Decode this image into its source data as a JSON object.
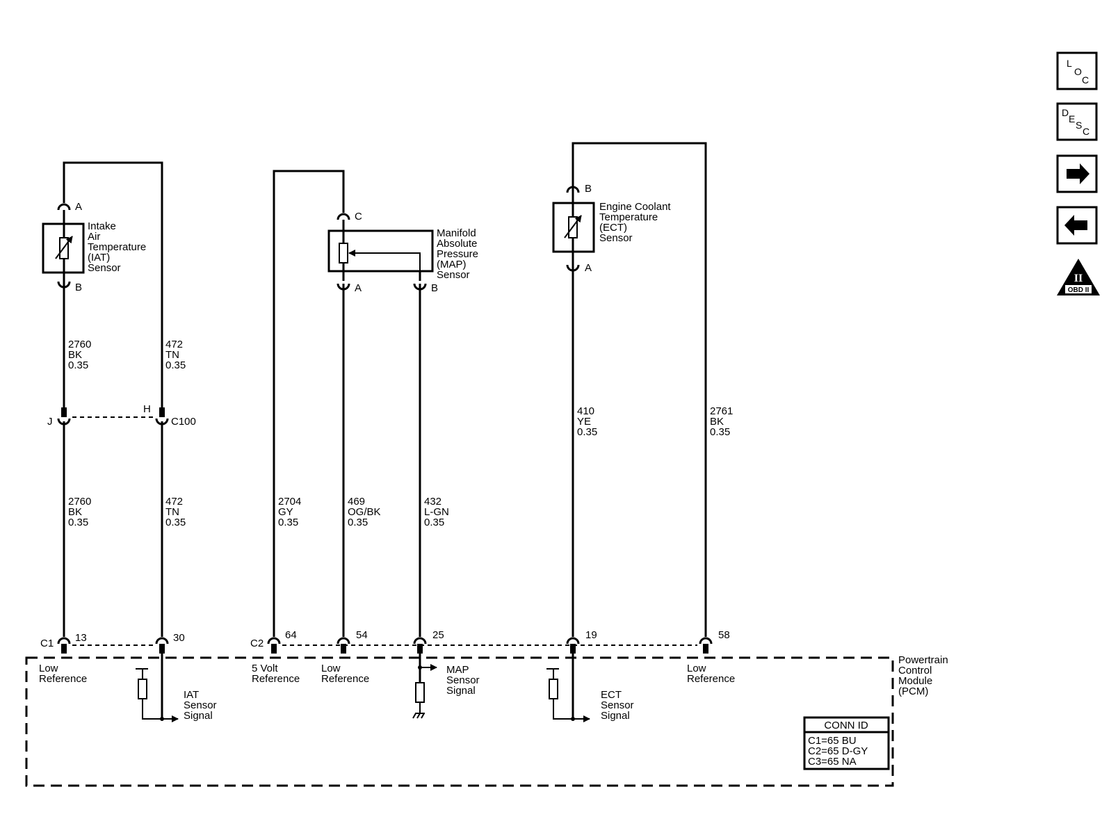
{
  "components": {
    "iat": {
      "lines": [
        "Intake",
        "Air",
        "Temperature",
        "(IAT)",
        "Sensor"
      ],
      "pin_top": "A",
      "pin_bottom": "B"
    },
    "map": {
      "lines": [
        "Manifold",
        "Absolute",
        "Pressure",
        "(MAP)",
        "Sensor"
      ],
      "pin_top": "C",
      "pin_a": "A",
      "pin_b": "B"
    },
    "ect": {
      "lines": [
        "Engine Coolant",
        "Temperature",
        "(ECT)",
        "Sensor"
      ],
      "pin_top": "B",
      "pin_bottom": "A"
    },
    "pcm": {
      "lines": [
        "Powertrain",
        "Control",
        "Module",
        "(PCM)"
      ]
    }
  },
  "wires": {
    "w1_upper": [
      "2760",
      "BK",
      "0.35"
    ],
    "w2_upper": [
      "472",
      "TN",
      "0.35"
    ],
    "w1_lower": [
      "2760",
      "BK",
      "0.35"
    ],
    "w2_lower": [
      "472",
      "TN",
      "0.35"
    ],
    "w3": [
      "2704",
      "GY",
      "0.35"
    ],
    "w4": [
      "469",
      "OG/BK",
      "0.35"
    ],
    "w5": [
      "432",
      "L-GN",
      "0.35"
    ],
    "w6": [
      "410",
      "YE",
      "0.35"
    ],
    "w7": [
      "2761",
      "BK",
      "0.35"
    ]
  },
  "connector_c100": {
    "name": "C100",
    "pin_j": "J",
    "pin_h": "H"
  },
  "pcm_pins": {
    "c1": "C1",
    "c2": "C2",
    "p13": "13",
    "p30": "30",
    "p64": "64",
    "p54": "54",
    "p25": "25",
    "p19": "19",
    "p58": "58"
  },
  "pcm_labels": {
    "low_ref_1": [
      "Low",
      "Reference"
    ],
    "iat_signal": [
      "IAT",
      "Sensor",
      "Signal"
    ],
    "five_volt": [
      "5 Volt",
      "Reference"
    ],
    "low_ref_2": [
      "Low",
      "Reference"
    ],
    "map_signal": [
      "MAP",
      "Sensor",
      "Signal"
    ],
    "ect_signal": [
      "ECT",
      "Sensor",
      "Signal"
    ],
    "low_ref_3": [
      "Low",
      "Reference"
    ]
  },
  "conn_id": {
    "title": "CONN ID",
    "rows": [
      "C1=65 BU",
      "C2=65 D-GY",
      "C3=65 NA"
    ]
  },
  "nav": {
    "loc": [
      "L",
      "O",
      "C"
    ],
    "desc": [
      "D",
      "E",
      "S",
      "C"
    ],
    "forward_icon": "arrow-right",
    "back_icon": "arrow-left",
    "obd": {
      "roman": "II",
      "label": "OBD II"
    }
  }
}
